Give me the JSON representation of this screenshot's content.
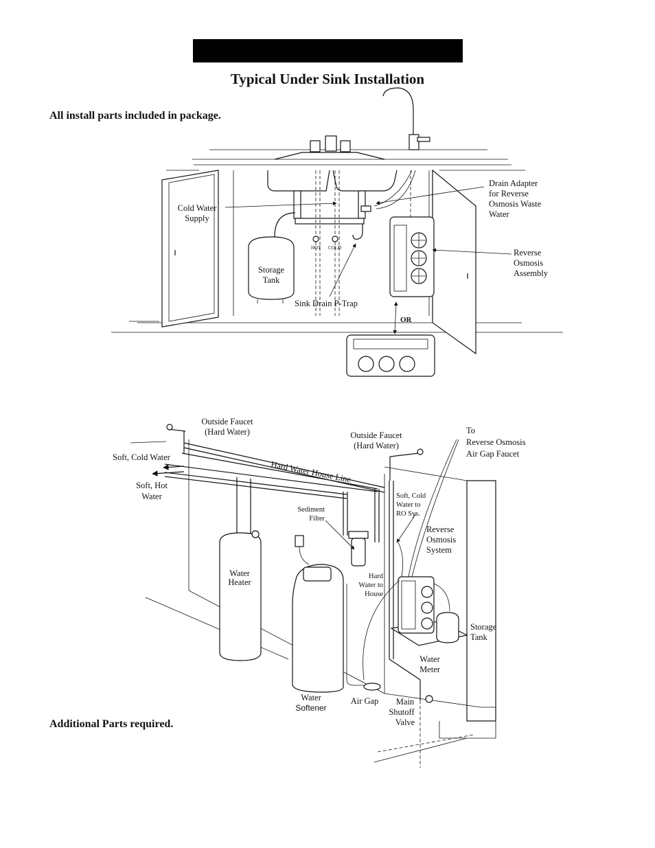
{
  "header": {
    "bar_text": ""
  },
  "title": "Typical Under Sink Installation",
  "notes": {
    "included": "All install parts included in package.",
    "additional": "Additional Parts required."
  },
  "top_diagram": {
    "labels": {
      "cold_water_1": "Cold Water",
      "cold_water_2": "Supply",
      "drain_1": "Drain Adapter",
      "drain_2": "for Reverse",
      "drain_3": "Osmosis Waste",
      "drain_4": "Water",
      "ro_1": "Reverse",
      "ro_2": "Osmosis",
      "ro_3": "Assembly",
      "tank_1": "Storage",
      "tank_2": "Tank",
      "ptrap": "Sink Drain P-Trap",
      "or": "OR",
      "hot": "HOT",
      "cold": "COLD"
    }
  },
  "bottom_diagram": {
    "labels": {
      "of1_1": "Outside Faucet",
      "of1_2": "(Hard Water)",
      "of2_1": "Outside Faucet",
      "of2_2": "(Hard Water)",
      "to_1": "To",
      "to_2": "Reverse Osmosis",
      "to_3": "Air Gap Faucet",
      "soft_cold": "Soft, Cold Water",
      "soft_hot_1": "Soft, Hot",
      "soft_hot_2": "Water",
      "hard_line": "Hard Water House Line",
      "sc_ro_1": "Soft, Cold",
      "sc_ro_2": "Water to",
      "sc_ro_3": "RO Sys.",
      "sed_1": "Sediment",
      "sed_2": "Filter",
      "ros_1": "Reverse",
      "ros_2": "Osmosis",
      "ros_3": "System",
      "heater_1": "Water",
      "heater_2": "Heater",
      "hwh_1": "Hard",
      "hwh_2": "Water to",
      "hwh_3": "House",
      "st_1": "Storage",
      "st_2": "Tank",
      "meter_1": "Water",
      "meter_2": "Meter",
      "soft_1": "Water",
      "soft_2": "Softener",
      "airgap": "Air Gap",
      "main_1": "Main",
      "main_2": "Shutoff",
      "main_3": "Valve"
    }
  }
}
